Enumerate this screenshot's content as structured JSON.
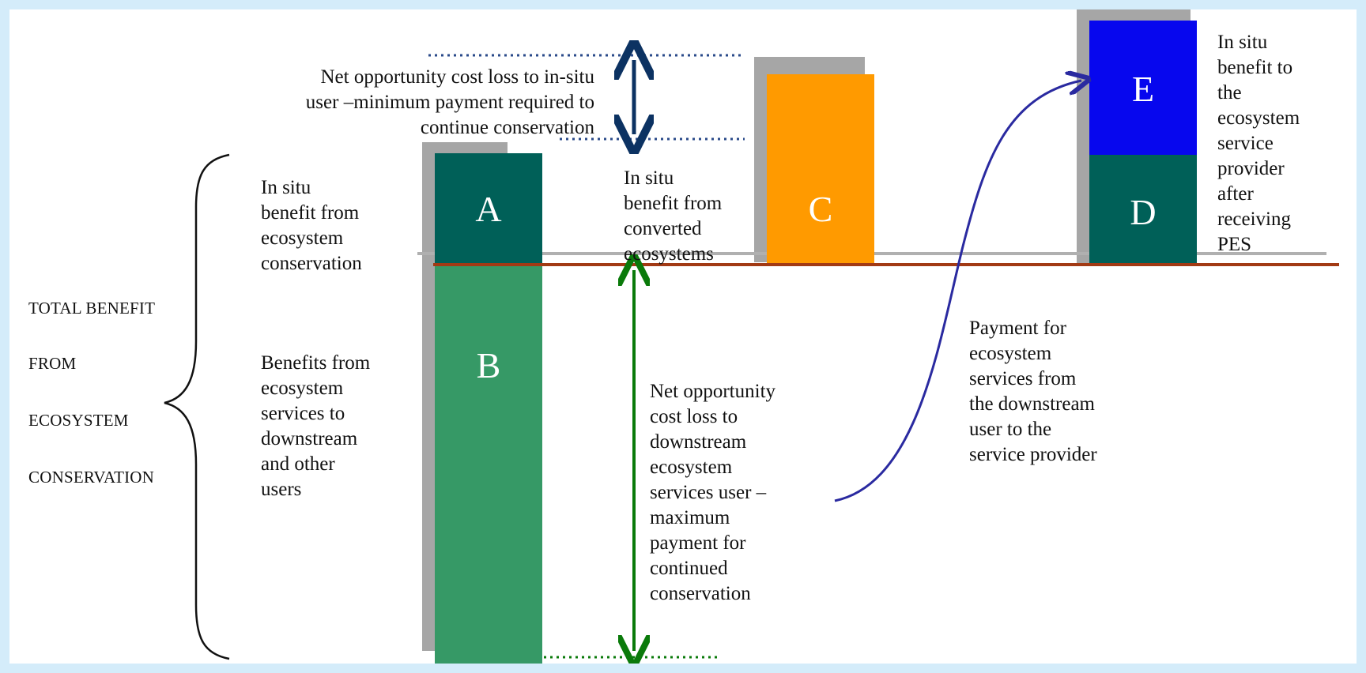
{
  "labels": {
    "A": "A",
    "B": "B",
    "C": "C",
    "D": "D",
    "E": "E"
  },
  "text": {
    "net_opp_insitu": "Net opportunity cost loss to in-situ\nuser –minimum payment required to\ncontinue conservation",
    "insitu_conservation": "In situ\nbenefit from\necosystem\nconservation",
    "insitu_converted": "In situ\nbenefit from\nconverted\necosystems",
    "insitu_after_pes": "In situ\nbenefit to\nthe\necosystem\nservice\nprovider\nafter\nreceiving\nPES",
    "total_benefit_1": "TOTAL BENEFIT",
    "total_benefit_2": "FROM",
    "total_benefit_3": "ECOSYSTEM",
    "total_benefit_4": "CONSERVATION",
    "downstream_benefits": "Benefits from\necosystem\nservices to\ndownstream\nand other\nusers",
    "net_opp_downstream": "Net opportunity\ncost loss to\ndownstream\necosystem\nservices user –\nmaximum\npayment for\ncontinued\nconservation",
    "payment_text": "Payment for\necosystem\nservices from\nthe downstream\nuser to the\nservice provider"
  },
  "colors": {
    "teal": "#006058",
    "green": "#369966",
    "orange": "#ff9a00",
    "blue": "#0707ee",
    "shadow": "#a6a6a6",
    "baseline": "#a23a14",
    "navy_arrow": "#0c3262",
    "green_arrow": "#0a7a0a",
    "curve_arrow": "#2a2aa0"
  }
}
